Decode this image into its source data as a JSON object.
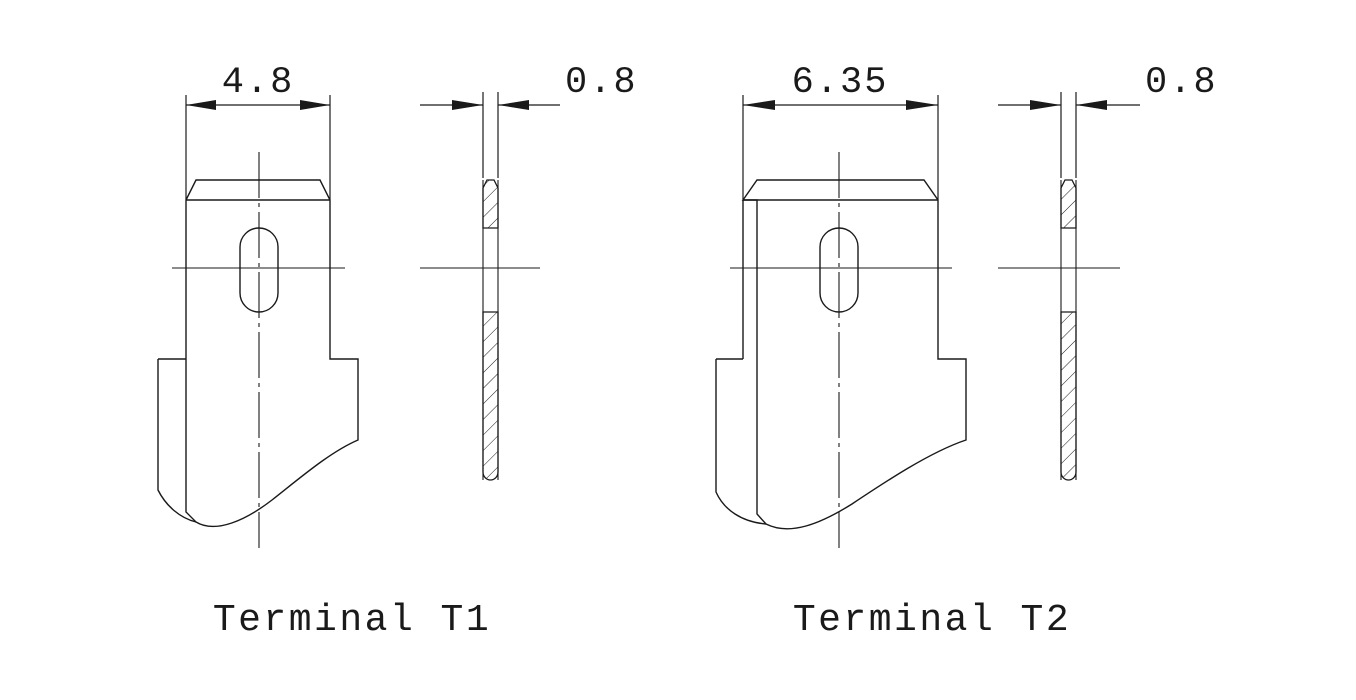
{
  "drawing": {
    "title": "Terminal blade dimension drawing",
    "background_color": "#ffffff",
    "line_color": "#1a1a1a",
    "units": "mm"
  },
  "terminals": [
    {
      "id": "t1",
      "caption": "Terminal T1",
      "front_view": {
        "width_dimension": "4.8",
        "width_value_mm": 4.8
      },
      "side_view": {
        "thickness_dimension": "0.8",
        "thickness_value_mm": 0.8
      }
    },
    {
      "id": "t2",
      "caption": "Terminal T2",
      "front_view": {
        "width_dimension": "6.35",
        "width_value_mm": 6.35
      },
      "side_view": {
        "thickness_dimension": "0.8",
        "thickness_value_mm": 0.8
      }
    }
  ],
  "labels": {
    "t1_width": "4.8",
    "t1_thickness": "0.8",
    "t2_width": "6.35",
    "t2_thickness": "0.8",
    "t1_caption": "Terminal T1",
    "t2_caption": "Terminal T2"
  }
}
